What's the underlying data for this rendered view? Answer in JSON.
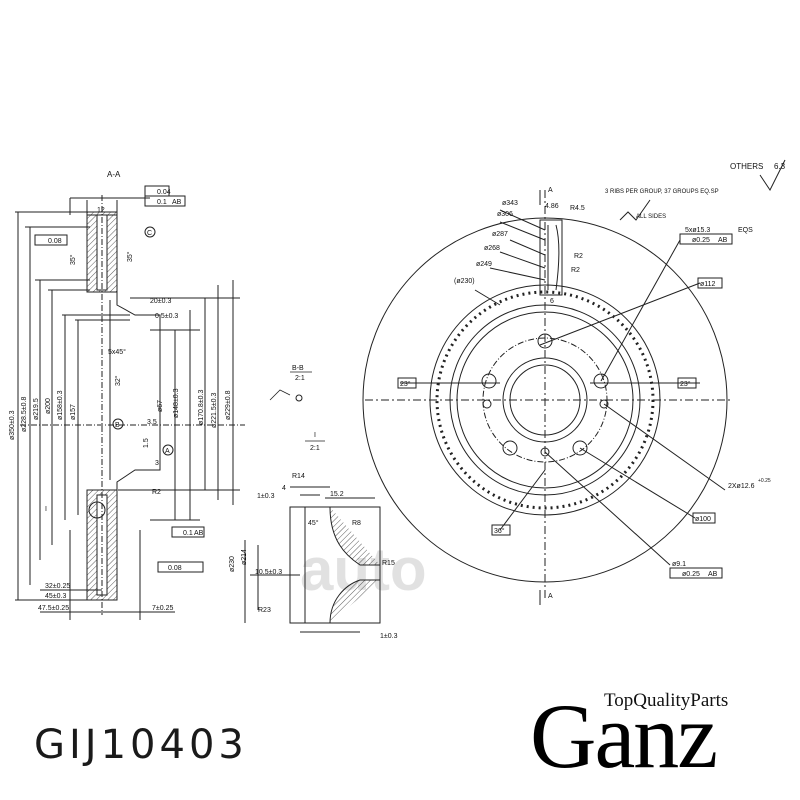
{
  "product": {
    "part_number": "GIJ10403",
    "brand_name": "Ganz",
    "brand_tagline": "TopQualityParts",
    "watermark_text": "auto"
  },
  "section_views": {
    "a_a": "A-A",
    "b_b": "B-B",
    "b_b_scale": "2:1",
    "detail_i": "I",
    "detail_i_scale": "2:1"
  },
  "notes": {
    "others_finish": "OTHERS",
    "others_value": "6.3",
    "ribs": "3 RIBS PER GROUP, 37 GROUPS EQ.SP",
    "all_sides": "ALL SIDES",
    "eqs": "EQS"
  },
  "left_view_dims": {
    "flatness": "0.04",
    "runout_top": "0.1",
    "runout_datum": "AB",
    "parallel": "0.08",
    "datum_c": "C",
    "width_12": "12",
    "angle_top": "35°",
    "angle_bottom": "35°",
    "d_350": "ø350±0.3",
    "d_228": "ø228.5±0.8",
    "d_219": "ø219.5",
    "d_200": "ø200",
    "d_158": "ø158±0.3",
    "d_157": "ø157",
    "h_20": "20±0.3",
    "h_05": "0.5±0.3",
    "chamfer": "5x45°",
    "angle_32": "32°",
    "d_67": "ø67",
    "d_148": "ø148±0.3",
    "d_170": "ø170.8±0.3",
    "d_221": "ø221.5±0.3",
    "d_229": "ø229±0.8",
    "dim_35": "3.5",
    "dim_15": "1.5",
    "dim_3": "3",
    "radius_r2": "R2",
    "datum_b": "B",
    "datum_a": "A",
    "detail_mark": "I",
    "runout_bottom": "0.1",
    "runout_bottom_datum": "AB",
    "position": "0.08",
    "w_32": "32±0.25",
    "w_45": "45±0.3",
    "w_475": "47.5±0.25",
    "w_7": "7±0.25"
  },
  "detail_dims": {
    "r14": "R14",
    "d4": "4",
    "d1": "1±0.3",
    "d152": "15.2",
    "angle_45": "45°",
    "r8": "R8",
    "d230": "ø230",
    "d214": "ø214",
    "d105": "10.5±0.3",
    "r15": "R15",
    "r23": "R23",
    "d1b": "1±0.3"
  },
  "front_view_dims": {
    "section_mark_a": "A",
    "d_343": "ø343",
    "d_306": "ø306",
    "d_287": "ø287",
    "d_268": "ø268",
    "d_249": "ø249",
    "d_230": "(ø230)",
    "w_486": "4.86",
    "r45": "R4.5",
    "r2a": "R2",
    "r2b": "R2",
    "w_6": "6",
    "d_112": "ø112",
    "holes_5": "5xø15.3",
    "pos_025": "ø0.25",
    "pos_datum": "AB",
    "angle_left": "23°",
    "angle_right": "23°",
    "angle_36": "36°",
    "holes_2": "2Xø12.6",
    "d_100": "ø100",
    "hole_91": "ø9.1",
    "tol_025": "+0.25"
  }
}
